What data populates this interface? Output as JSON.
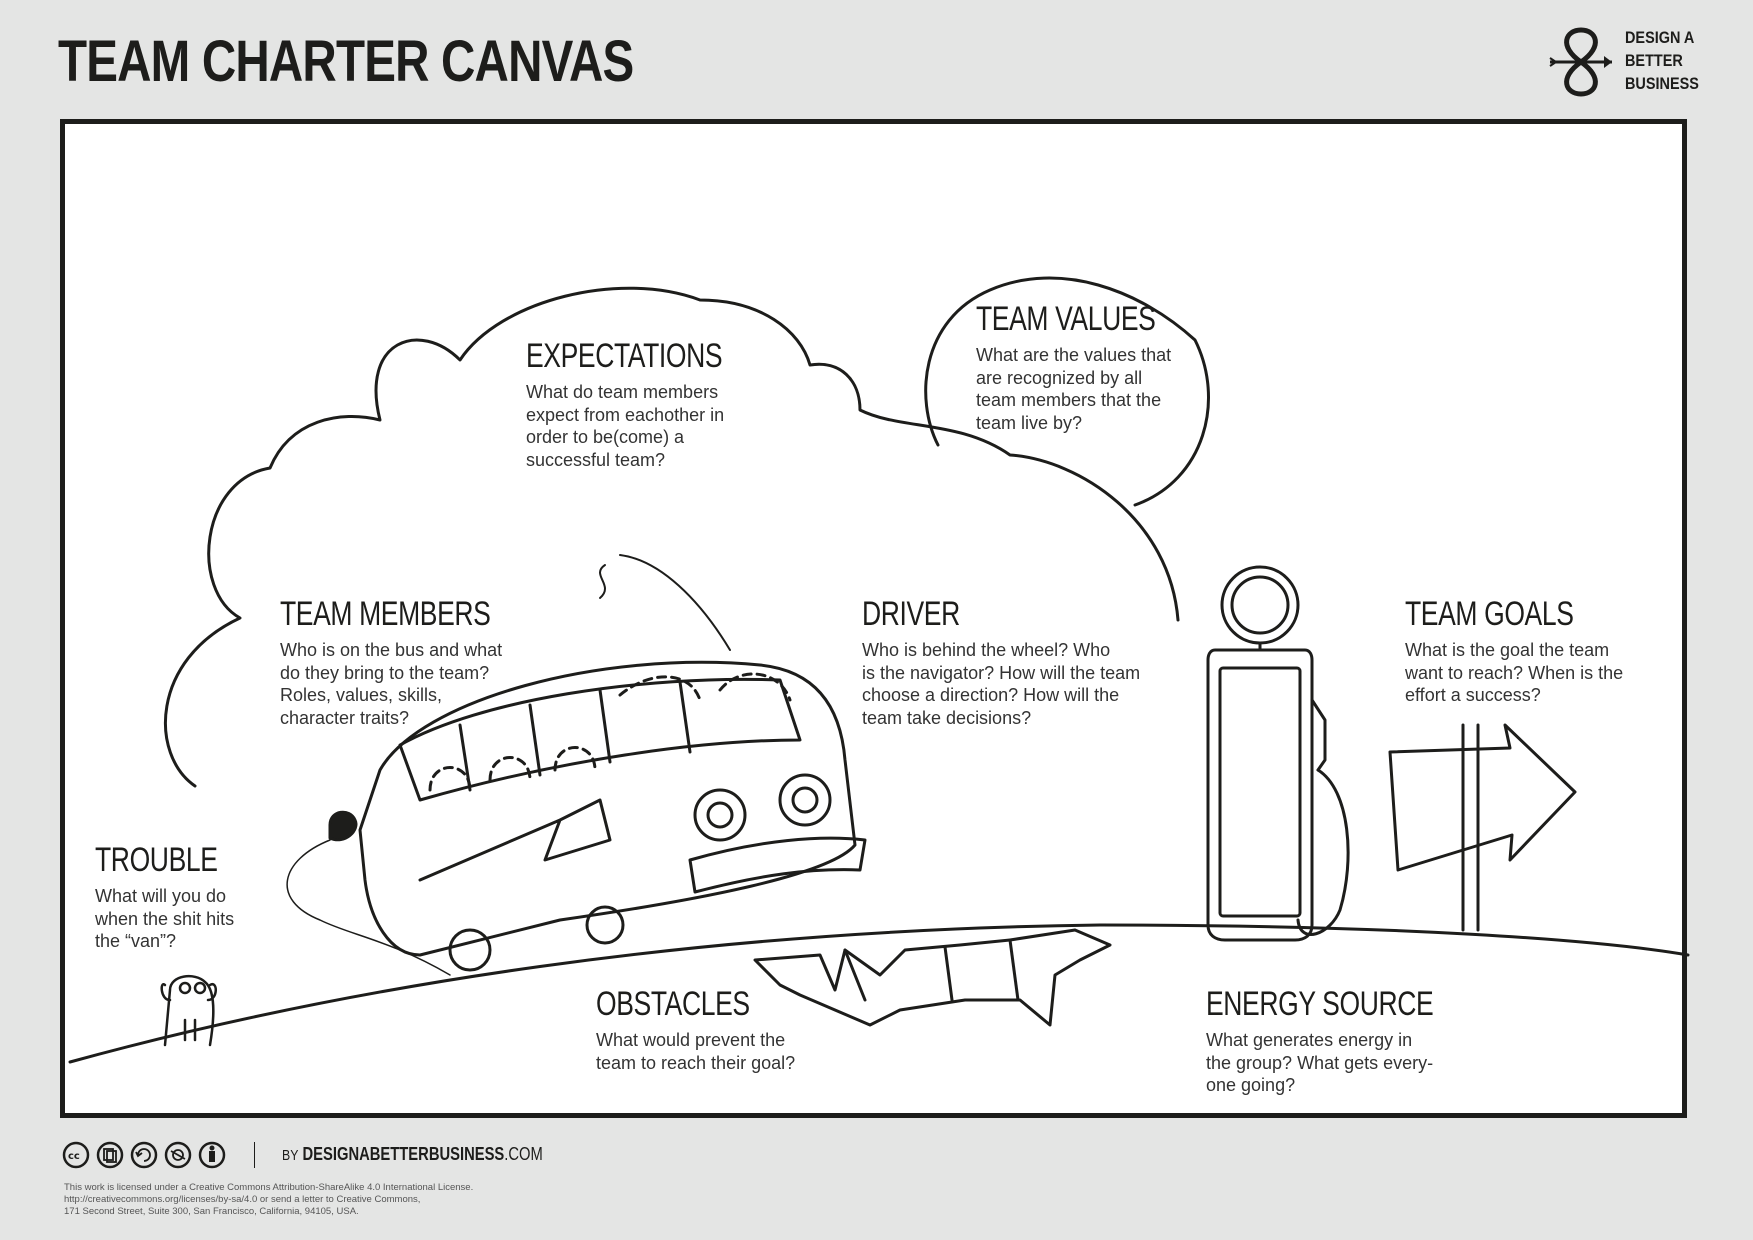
{
  "header": {
    "title": "TEAM CHARTER CANVAS",
    "brand_lines": [
      "DESIGN A",
      "BETTER",
      "BUSINESS"
    ]
  },
  "sections": {
    "expectations": {
      "title": "EXPECTATIONS",
      "lines": [
        "What do team members",
        "expect from eachother in",
        "order to be(come) a",
        "successful team?"
      ]
    },
    "team_values": {
      "title": "TEAM VALUES",
      "lines": [
        "What are the values that",
        "are recognized by all",
        "team members that the",
        "team live by?"
      ]
    },
    "team_members": {
      "title": "TEAM MEMBERS",
      "lines": [
        "Who is on the bus and what",
        "do they bring to the team?",
        "Roles, values, skills,",
        "character traits?"
      ]
    },
    "driver": {
      "title": "DRIVER",
      "lines": [
        "Who is behind the wheel? Who",
        "is the navigator? How will the team",
        "choose a direction? How will the",
        "team take decisions?"
      ]
    },
    "team_goals": {
      "title": "TEAM GOALS",
      "lines": [
        "What is the goal the team",
        "want to reach? When is the",
        "effort a success?"
      ]
    },
    "trouble": {
      "title": "TROUBLE",
      "lines": [
        "What will you do",
        "when the shit hits",
        "the “van”?"
      ]
    },
    "obstacles": {
      "title": "OBSTACLES",
      "lines": [
        "What would prevent the",
        "team to reach their goal?"
      ]
    },
    "energy_source": {
      "title": "ENERGY SOURCE",
      "lines": [
        "What generates energy in",
        "the group? What gets every-",
        "one going?"
      ]
    }
  },
  "footer": {
    "by_prefix": "BY",
    "site_bold": "DESIGNABETTERBUSINESS",
    "site_suffix": ".COM",
    "license_lines": [
      "This work is licensed under a Creative Commons Attribution-ShareAlike 4.0 International License.",
      "http://creativecommons.org/licenses/by-sa/4.0 or send a letter to Creative Commons,",
      "171 Second Street, Suite 300, San Francisco, California, 94105, USA."
    ],
    "cc_icons": [
      "cc-icon",
      "copy-icon",
      "share-alike-icon",
      "noncommercial-icon",
      "attribution-icon"
    ]
  },
  "colors": {
    "ink": "#1d1d1b",
    "paper": "#ffffff",
    "background": "#e4e5e4"
  }
}
